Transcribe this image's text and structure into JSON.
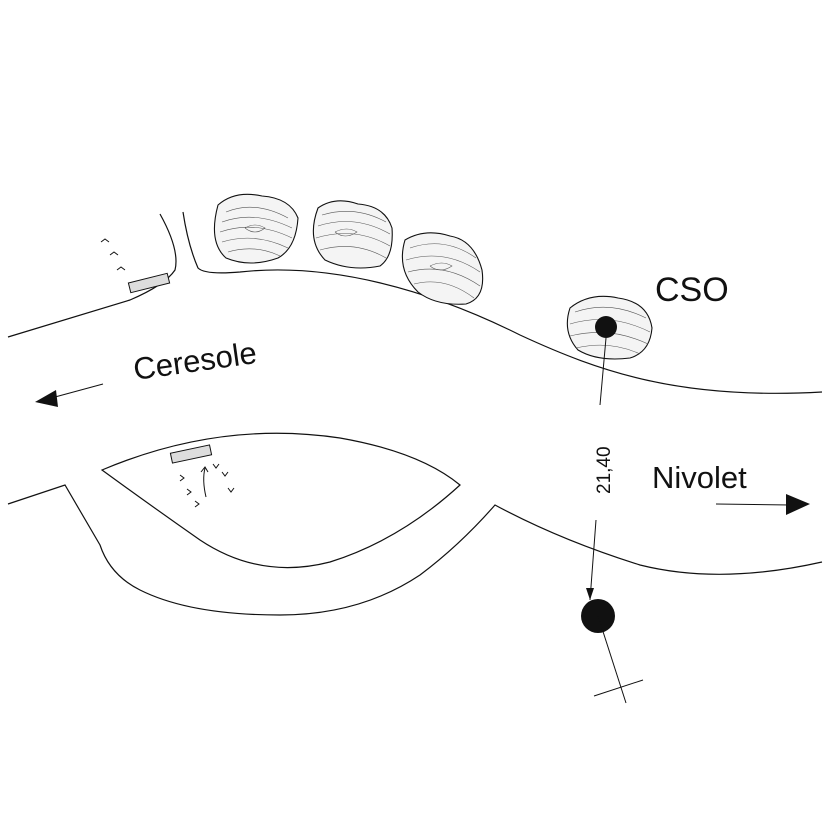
{
  "labels": {
    "cso": "CSO",
    "ceresole": "Ceresole",
    "nivolet": "Nivolet",
    "distance": "21,40"
  },
  "icons": {
    "boulder": "boulder-icon",
    "station_point": "survey-point-icon",
    "arrow": "direction-arrow-icon"
  },
  "colors": {
    "ink": "#111111",
    "boulder_fill": "#f4f4f4",
    "sign_fill": "#dddddd"
  }
}
